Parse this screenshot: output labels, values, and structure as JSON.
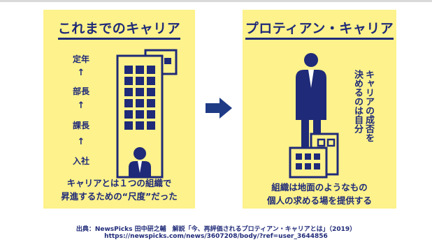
{
  "left_panel": {
    "title": "これまでのキャリア",
    "steps": [
      "定年",
      "部長",
      "課長",
      "入社"
    ],
    "arrow": "↑",
    "caption_line1": "キャリアとは１つの組織で",
    "caption_line2": "昇進するための“尺度”だった"
  },
  "right_panel": {
    "title": "プロティアン・キャリア",
    "vertical_line1": "キャリアの成否を",
    "vertical_line2": "決めるのは自分",
    "caption_line1": "組織は地面のようなもの",
    "caption_line2": "個人の求める場を提供する"
  },
  "footer": {
    "source_line": "出典：NewsPicks 田中研之輔　解説「今、再評価されるプロティアン・キャリアとは」（2019）",
    "url_line": "https://newspicks.com/news/3607208/body/?ref=user_3644856"
  },
  "colors": {
    "panel": "#fdf28b",
    "navy": "#1f2a78",
    "accent_blue": "#1f3b86"
  }
}
